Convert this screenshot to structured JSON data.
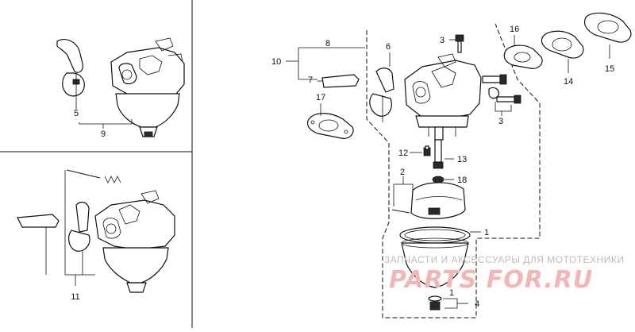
{
  "callouts": {
    "c1a": "1",
    "c1b": "1",
    "c2": "2",
    "c3a": "3",
    "c3b": "3",
    "c4": "4",
    "c5": "5",
    "c6": "6",
    "c7": "7",
    "c8": "8",
    "c9": "9",
    "c10": "10",
    "c11": "11",
    "c12": "12",
    "c13": "13",
    "c14": "14",
    "c15": "15",
    "c16": "16",
    "c17": "17",
    "c18": "18"
  },
  "watermark": {
    "caption": "ЗАПЧАСТИ И АКСЕССУАРЫ ДЛЯ МОТОТЕХНИКИ",
    "brand": "PARTS FOR.RU"
  }
}
